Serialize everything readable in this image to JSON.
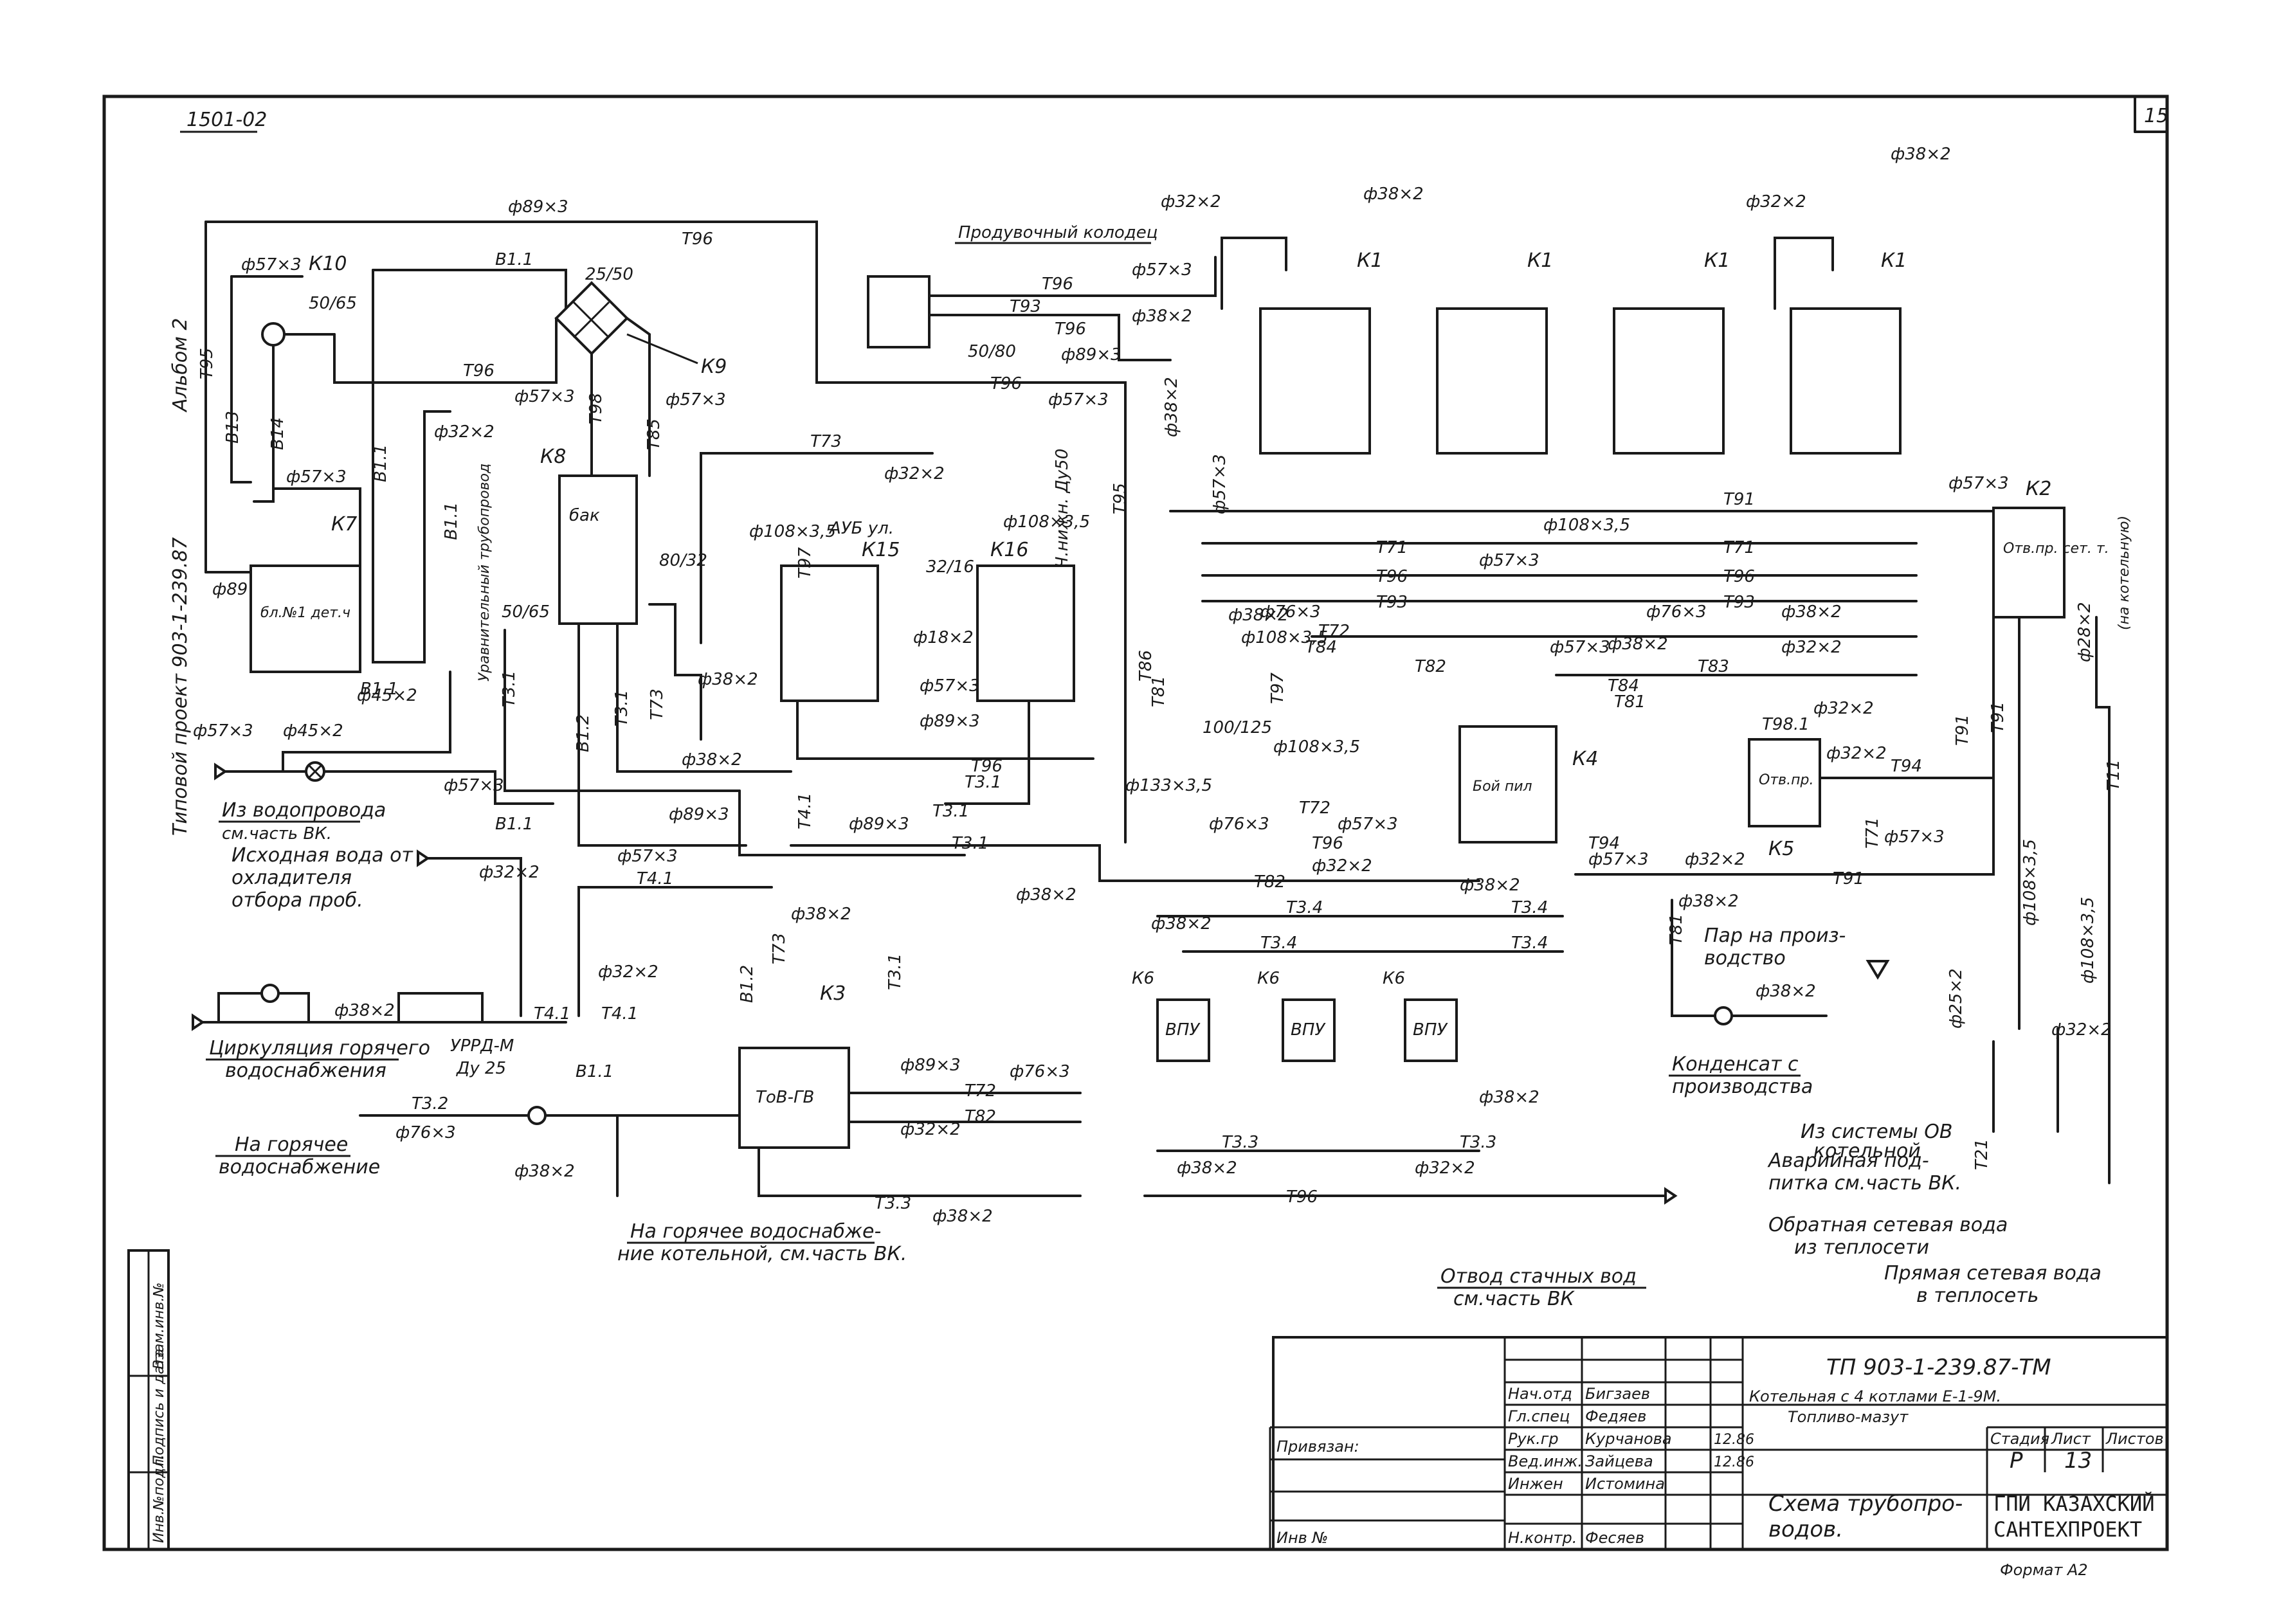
{
  "sheet": {
    "series_code": "1501-02",
    "sheet_number": "15",
    "album": "Альбом 2",
    "typical_project": "Типовой проект 903-1-239.87"
  },
  "units": {
    "k1": "К1",
    "k2": "К2",
    "k3": "К3",
    "k4": "К4",
    "k5": "К5",
    "k6": "К6",
    "k7": "К7",
    "k8": "К8",
    "k9": "К9",
    "k10": "К10",
    "k15": "К15",
    "k16": "К16",
    "vpu": "ВПУ",
    "blow_well": "Продувочный колодец",
    "k7_note": "бл.№1 дет.ч",
    "k8_note": "бак",
    "k3_note": "ТоВ-ГВ",
    "k4_note": "Бой пил",
    "k2_note": "Отв.пр. сет. т.",
    "k15_note": "АУБ ул.",
    "k5_note": "Отв.пр."
  },
  "pipes": {
    "t96": "Т96",
    "t93": "Т93",
    "t91": "Т91",
    "t71": "Т71",
    "t72": "Т72",
    "t73": "Т73",
    "t81": "Т81",
    "t82": "Т82",
    "t83": "Т83",
    "t84": "Т84",
    "t85": "Т85",
    "t94": "Т94",
    "t97": "Т97",
    "t98": "Т98",
    "t98_1": "Т98.1",
    "t31": "Т3.1",
    "t32": "Т3.2",
    "t33": "Т3.3",
    "t34": "Т3.4",
    "t41": "Т4.1",
    "t11": "Т11",
    "t21": "Т21",
    "b11": "В1.1",
    "b12": "В1.2",
    "b13": "В13",
    "b14": "В14",
    "t95": "Т95",
    "t86": "Т86"
  },
  "dims": {
    "d89x3": "ф89×3",
    "d57x3": "ф57×3",
    "d38x2": "ф38×2",
    "d32x2": "ф32×2",
    "d45x2": "ф45×2",
    "d76x3": "ф76×3",
    "d108x3_5": "ф108×3,5",
    "d133x3_5": "ф133×3,5",
    "d18x2": "ф18×2",
    "d25x2": "ф25×2",
    "d28x2": "ф28×2",
    "du50": "2Ч.нижн. Ду50",
    "v2565": "25/50",
    "v5065": "50/65",
    "v5080": "50/80",
    "v8032": "80/32",
    "v3216": "32/16",
    "v100125": "100/125",
    "urrd": "УРРД-М",
    "du25": "Ду 25"
  },
  "labels": {
    "water_supply": "Из водопровода",
    "water_supply_2": "см.часть ВК.",
    "source_water": "Исходная вода от",
    "source_water_2": "охладителя",
    "source_water_3": "отбора проб.",
    "circulation": "Циркуляция горячего",
    "circulation_2": "водоснабжения",
    "hot_water": "На горячее",
    "hot_water_2": "водоснабжение",
    "hot_water_boiler": "На горячее водоснабже-",
    "hot_water_boiler_2": "ние котельной, см.часть ВК.",
    "drain": "Отвод стачных вод",
    "drain_2": "см.часть ВК",
    "steam": "Пар на произ-",
    "steam_2": "водство",
    "condensate": "Конденсат с",
    "condensate_2": "производства",
    "ov_system": "Из системы ОВ",
    "ov_system_2": "котельной",
    "emergency": "Аварийная под-",
    "emergency_2": "питка см.часть ВК.",
    "return_water": "Обратная сетевая вода",
    "return_water_2": "из теплосети",
    "supply_water": "Прямая сетевая вода",
    "supply_water_2": "в теплосеть",
    "balance_pipe": "Уравнительный трубопровод",
    "to_boilers": "(на котельную)"
  },
  "title_block": {
    "doc_code": "ТП 903-1-239.87-ТМ",
    "object_line1": "Котельная с 4 котлами Е-1-9М.",
    "object_line2": "Топливо-мазут",
    "sheet_title1": "Схема трубопро-",
    "sheet_title2": "водов.",
    "stage_label": "Стадия",
    "sheet_label": "Лист",
    "sheets_label": "Листов",
    "stage": "Р",
    "sheet": "13",
    "org1": "ГПИ КАЗАХСКИЙ",
    "org2": "САНТЕХПРОЕКТ",
    "format": "Формат А2",
    "bound": "Привязан:",
    "inv": "Инв №",
    "roles": [
      "Нач.отд",
      "Гл.спец",
      "Рук.гр",
      "Вед.инж.",
      "Инжен",
      "Н.контр."
    ],
    "names": [
      "Бигзаев",
      "Федяев",
      "Курчанова",
      "Зайцева",
      "Истомина",
      "Фесяев"
    ],
    "dates": [
      "",
      "",
      "12.86",
      "12.86",
      "",
      ""
    ]
  },
  "side_stamp": {
    "a": "Инв.№подл.",
    "b": "Подпись и дата",
    "c": "Взам.инв.№"
  }
}
